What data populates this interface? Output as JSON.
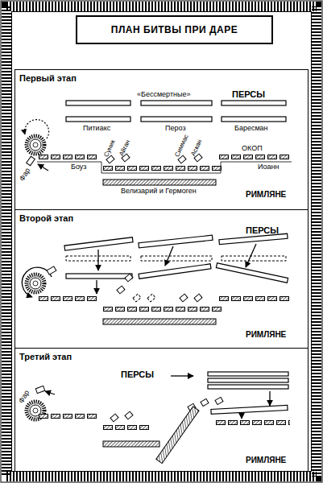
{
  "diagram": {
    "title": "ПЛАН БИТВЫ ПРИ ДАРЕ",
    "nodes": [
      {
        "text": [
          "Первый этап"
        ]
      },
      {
        "text": [
          "Второй этап"
        ]
      },
      {
        "text": [
          "Третий этап"
        ]
      }
    ],
    "labels": [
      "«Бессмертные»",
      "ПЕРСЫ",
      "Питиакс",
      "Пероз",
      "Баресман",
      "Суник",
      "Айган",
      "Симмас",
      "Аскан",
      "ОКОП",
      "Фар",
      "Боуз",
      "Иоанн",
      "Велизарий и Гермоген",
      "РИМЛЯНЕ",
      "ПЕРСЫ",
      "РИМЛЯНЕ",
      "ПЕРСЫ",
      "Фар",
      "РИМЛЯНЕ"
    ]
  }
}
